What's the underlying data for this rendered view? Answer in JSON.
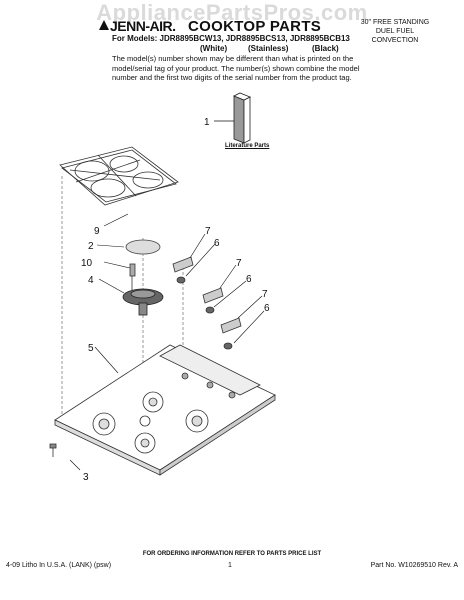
{
  "watermark": "AppliancePartsPros.com",
  "header": {
    "brand": "JENN-AIR.",
    "title": "COOKTOP PARTS",
    "type_lines": [
      "30\" FREE STANDING",
      "DUEL FUEL",
      "CONVECTION"
    ],
    "models": "For Models: JDR8895BCW13, JDR8895BCS13, JDR8895BCB13",
    "variants": [
      "(White)",
      "(Stainless)",
      "(Black)"
    ],
    "note": "The model(s) number shown may be different than what is printed on the model/serial tag of your product. The number(s) shown combine the model number and the first two digits of the serial number from the product tag."
  },
  "diagram": {
    "literature_label": "Literature Parts",
    "callouts": [
      "1",
      "9",
      "2",
      "10",
      "4",
      "7",
      "6",
      "7",
      "6",
      "7",
      "6",
      "5",
      "3"
    ]
  },
  "footer": {
    "ordering": "FOR ORDERING INFORMATION REFER TO PARTS PRICE LIST",
    "left": "4-09 Litho In U.S.A. (LANK) (psw)",
    "page": "1",
    "part_no": "Part No. W10269510 Rev. A"
  }
}
